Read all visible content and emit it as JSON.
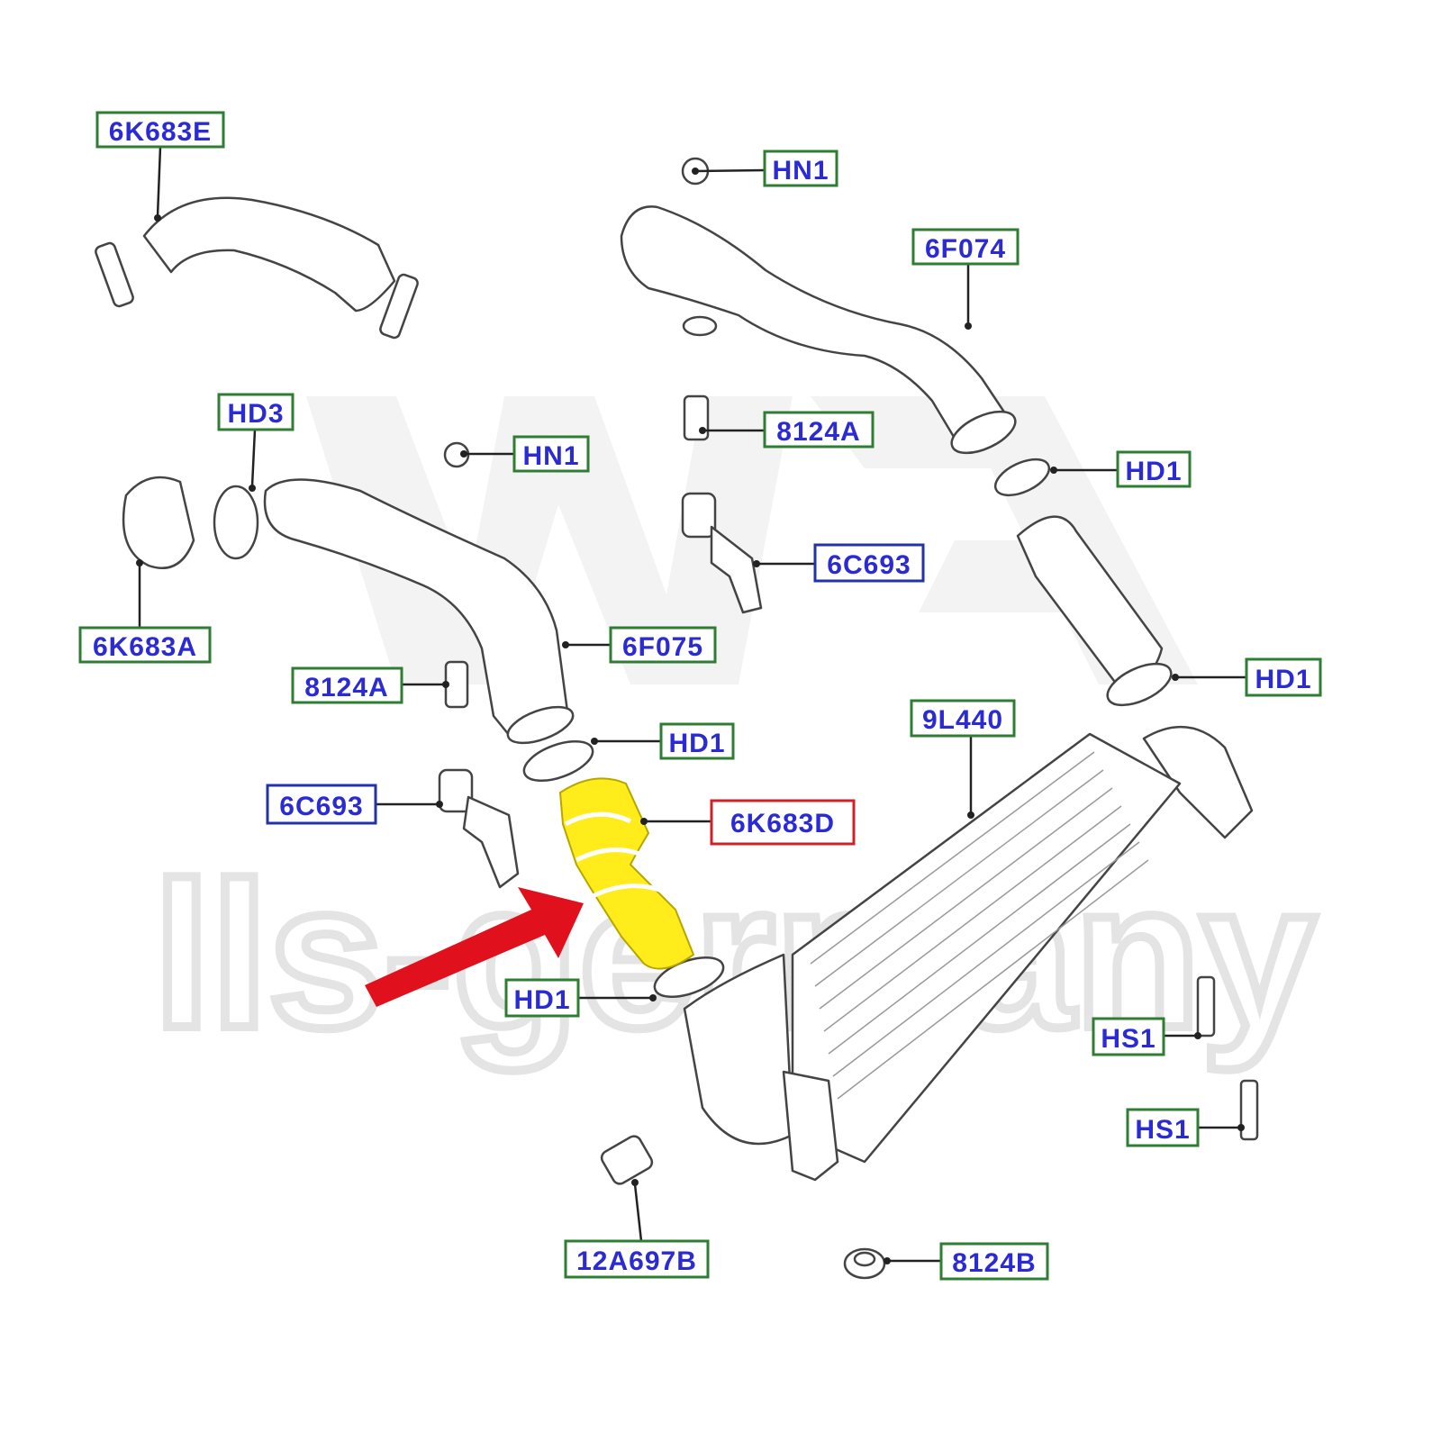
{
  "colors": {
    "label_border": "#2e7d32",
    "label_border_alt": "#2233aa",
    "label_highlight": "#d0202a",
    "label_text": "#2b2bd6",
    "highlight_fill": "#ffec1a",
    "arrow": "#e0101c"
  },
  "labels": [
    {
      "id": "l1",
      "text": "6K683E",
      "border": "green"
    },
    {
      "id": "l2",
      "text": "HN1",
      "border": "green"
    },
    {
      "id": "l3",
      "text": "6F074",
      "border": "green"
    },
    {
      "id": "l4",
      "text": "HD3",
      "border": "green"
    },
    {
      "id": "l5",
      "text": "HN1",
      "border": "green"
    },
    {
      "id": "l6",
      "text": "8124A",
      "border": "green"
    },
    {
      "id": "l7",
      "text": "HD1",
      "border": "green"
    },
    {
      "id": "l8",
      "text": "6C693",
      "border": "blue"
    },
    {
      "id": "l9",
      "text": "6K683A",
      "border": "green"
    },
    {
      "id": "l10",
      "text": "6F075",
      "border": "green"
    },
    {
      "id": "l11",
      "text": "8124A",
      "border": "green"
    },
    {
      "id": "l12",
      "text": "HD1",
      "border": "green"
    },
    {
      "id": "l13",
      "text": "HD1",
      "border": "green"
    },
    {
      "id": "l14",
      "text": "9L440",
      "border": "green"
    },
    {
      "id": "l15",
      "text": "6C693",
      "border": "blue"
    },
    {
      "id": "l16",
      "text": "6K683D",
      "border": "red"
    },
    {
      "id": "l17",
      "text": "HD1",
      "border": "green"
    },
    {
      "id": "l18",
      "text": "HS1",
      "border": "green"
    },
    {
      "id": "l19",
      "text": "HS1",
      "border": "green"
    },
    {
      "id": "l20",
      "text": "12A697B",
      "border": "green"
    },
    {
      "id": "l21",
      "text": "8124B",
      "border": "green"
    }
  ],
  "watermark": "lls-germany"
}
